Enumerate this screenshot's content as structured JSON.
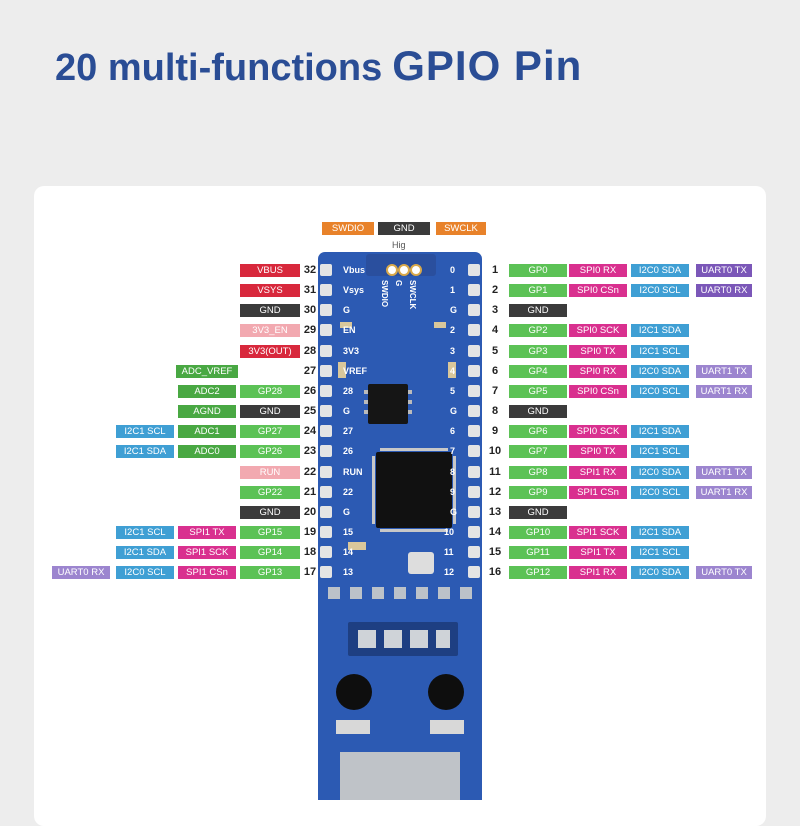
{
  "title": {
    "part1": "20 multi-functions",
    "part2": "GPIO  Pin"
  },
  "debug": {
    "labels": [
      {
        "text": "SWDIO",
        "color": "#e8822a"
      },
      {
        "text": "GND",
        "color": "#3b3b3b"
      },
      {
        "text": "SWCLK",
        "color": "#e8822a"
      }
    ],
    "board_text": [
      "SWDIO",
      "G",
      "SWCLK"
    ],
    "hig_text": "Hig"
  },
  "colors": {
    "power": "#d8283c",
    "gnd": "#3b3b3b",
    "run": "#f2a9b0",
    "gp": "#5cc256",
    "adc": "#49a843",
    "spi": "#d9308f",
    "i2c": "#3f9fd4",
    "uart": "#7b57b8",
    "uart_light": "#9c85cf",
    "adcref": "#49a843"
  },
  "left_pins": [
    {
      "num": "32",
      "board": "Vbus",
      "labels": [
        {
          "text": "VBUS",
          "type": "power"
        }
      ]
    },
    {
      "num": "31",
      "board": "Vsys",
      "labels": [
        {
          "text": "VSYS",
          "type": "power"
        }
      ]
    },
    {
      "num": "30",
      "board": "G",
      "labels": [
        {
          "text": "GND",
          "type": "gnd"
        }
      ]
    },
    {
      "num": "29",
      "board": "EN",
      "labels": [
        {
          "text": "3V3_EN",
          "type": "run"
        }
      ]
    },
    {
      "num": "28",
      "board": "3V3",
      "labels": [
        {
          "text": "3V3(OUT)",
          "type": "power"
        }
      ]
    },
    {
      "num": "27",
      "board": "VREF",
      "labels": [
        {
          "text": "ADC_VREF",
          "type": "adcref"
        }
      ]
    },
    {
      "num": "26",
      "board": "28",
      "labels": [
        {
          "text": "GP28",
          "type": "gp"
        },
        {
          "text": "ADC2",
          "type": "adc"
        }
      ]
    },
    {
      "num": "25",
      "board": "G",
      "labels": [
        {
          "text": "GND",
          "type": "gnd"
        },
        {
          "text": "AGND",
          "type": "adc"
        }
      ]
    },
    {
      "num": "24",
      "board": "27",
      "labels": [
        {
          "text": "GP27",
          "type": "gp"
        },
        {
          "text": "ADC1",
          "type": "adc"
        },
        {
          "text": "I2C1 SCL",
          "type": "i2c"
        }
      ]
    },
    {
      "num": "23",
      "board": "26",
      "labels": [
        {
          "text": "GP26",
          "type": "gp"
        },
        {
          "text": "ADC0",
          "type": "adc"
        },
        {
          "text": "I2C1 SDA",
          "type": "i2c"
        }
      ]
    },
    {
      "num": "22",
      "board": "RUN",
      "labels": [
        {
          "text": "RUN",
          "type": "run"
        }
      ]
    },
    {
      "num": "21",
      "board": "22",
      "labels": [
        {
          "text": "GP22",
          "type": "gp"
        }
      ]
    },
    {
      "num": "20",
      "board": "G",
      "labels": [
        {
          "text": "GND",
          "type": "gnd"
        }
      ]
    },
    {
      "num": "19",
      "board": "15",
      "labels": [
        {
          "text": "GP15",
          "type": "gp"
        },
        {
          "text": "SPI1 TX",
          "type": "spi"
        },
        {
          "text": "I2C1 SCL",
          "type": "i2c"
        }
      ]
    },
    {
      "num": "18",
      "board": "14",
      "labels": [
        {
          "text": "GP14",
          "type": "gp"
        },
        {
          "text": "SPI1 SCK",
          "type": "spi"
        },
        {
          "text": "I2C1 SDA",
          "type": "i2c"
        }
      ]
    },
    {
      "num": "17",
      "board": "13",
      "labels": [
        {
          "text": "GP13",
          "type": "gp"
        },
        {
          "text": "SPI1 CSn",
          "type": "spi"
        },
        {
          "text": "I2C0 SCL",
          "type": "i2c"
        },
        {
          "text": "UART0 RX",
          "type": "uart_light"
        }
      ]
    }
  ],
  "right_pins": [
    {
      "num": "1",
      "board": "0",
      "labels": [
        {
          "text": "GP0",
          "type": "gp"
        },
        {
          "text": "SPI0 RX",
          "type": "spi"
        },
        {
          "text": "I2C0 SDA",
          "type": "i2c"
        },
        {
          "text": "UART0 TX",
          "type": "uart"
        }
      ]
    },
    {
      "num": "2",
      "board": "1",
      "labels": [
        {
          "text": "GP1",
          "type": "gp"
        },
        {
          "text": "SPI0 CSn",
          "type": "spi"
        },
        {
          "text": "I2C0 SCL",
          "type": "i2c"
        },
        {
          "text": "UART0 RX",
          "type": "uart"
        }
      ]
    },
    {
      "num": "3",
      "board": "G",
      "labels": [
        {
          "text": "GND",
          "type": "gnd"
        }
      ]
    },
    {
      "num": "4",
      "board": "2",
      "labels": [
        {
          "text": "GP2",
          "type": "gp"
        },
        {
          "text": "SPI0 SCK",
          "type": "spi"
        },
        {
          "text": "I2C1 SDA",
          "type": "i2c"
        }
      ]
    },
    {
      "num": "5",
      "board": "3",
      "labels": [
        {
          "text": "GP3",
          "type": "gp"
        },
        {
          "text": "SPI0 TX",
          "type": "spi"
        },
        {
          "text": "I2C1 SCL",
          "type": "i2c"
        }
      ]
    },
    {
      "num": "6",
      "board": "4",
      "labels": [
        {
          "text": "GP4",
          "type": "gp"
        },
        {
          "text": "SPI0 RX",
          "type": "spi"
        },
        {
          "text": "I2C0 SDA",
          "type": "i2c"
        },
        {
          "text": "UART1 TX",
          "type": "uart_light"
        }
      ]
    },
    {
      "num": "7",
      "board": "5",
      "labels": [
        {
          "text": "GP5",
          "type": "gp"
        },
        {
          "text": "SPI0 CSn",
          "type": "spi"
        },
        {
          "text": "I2C0 SCL",
          "type": "i2c"
        },
        {
          "text": "UART1 RX",
          "type": "uart_light"
        }
      ]
    },
    {
      "num": "8",
      "board": "G",
      "labels": [
        {
          "text": "GND",
          "type": "gnd"
        }
      ]
    },
    {
      "num": "9",
      "board": "6",
      "labels": [
        {
          "text": "GP6",
          "type": "gp"
        },
        {
          "text": "SPI0 SCK",
          "type": "spi"
        },
        {
          "text": "I2C1 SDA",
          "type": "i2c"
        }
      ]
    },
    {
      "num": "10",
      "board": "7",
      "labels": [
        {
          "text": "GP7",
          "type": "gp"
        },
        {
          "text": "SPI0 TX",
          "type": "spi"
        },
        {
          "text": "I2C1 SCL",
          "type": "i2c"
        }
      ]
    },
    {
      "num": "11",
      "board": "8",
      "labels": [
        {
          "text": "GP8",
          "type": "gp"
        },
        {
          "text": "SPI1 RX",
          "type": "spi"
        },
        {
          "text": "I2C0 SDA",
          "type": "i2c"
        },
        {
          "text": "UART1 TX",
          "type": "uart_light"
        }
      ]
    },
    {
      "num": "12",
      "board": "9",
      "labels": [
        {
          "text": "GP9",
          "type": "gp"
        },
        {
          "text": "SPI1 CSn",
          "type": "spi"
        },
        {
          "text": "I2C0 SCL",
          "type": "i2c"
        },
        {
          "text": "UART1 RX",
          "type": "uart_light"
        }
      ]
    },
    {
      "num": "13",
      "board": "G",
      "labels": [
        {
          "text": "GND",
          "type": "gnd"
        }
      ]
    },
    {
      "num": "14",
      "board": "10",
      "labels": [
        {
          "text": "GP10",
          "type": "gp"
        },
        {
          "text": "SPI1 SCK",
          "type": "spi"
        },
        {
          "text": "I2C1 SDA",
          "type": "i2c"
        }
      ]
    },
    {
      "num": "15",
      "board": "11",
      "labels": [
        {
          "text": "GP11",
          "type": "gp"
        },
        {
          "text": "SPI1 TX",
          "type": "spi"
        },
        {
          "text": "I2C1 SCL",
          "type": "i2c"
        }
      ]
    },
    {
      "num": "16",
      "board": "12",
      "labels": [
        {
          "text": "GP12",
          "type": "gp"
        },
        {
          "text": "SPI1 RX",
          "type": "spi"
        },
        {
          "text": "I2C0 SDA",
          "type": "i2c"
        },
        {
          "text": "UART0 TX",
          "type": "uart_light"
        }
      ]
    }
  ]
}
